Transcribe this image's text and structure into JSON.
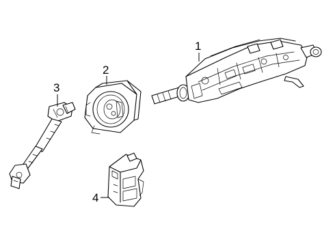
{
  "callouts": [
    {
      "label": "1",
      "part": "steering-column"
    },
    {
      "label": "2",
      "part": "clock-spring"
    },
    {
      "label": "3",
      "part": "intermediate-shaft"
    },
    {
      "label": "4",
      "part": "ignition-lock-module"
    }
  ]
}
